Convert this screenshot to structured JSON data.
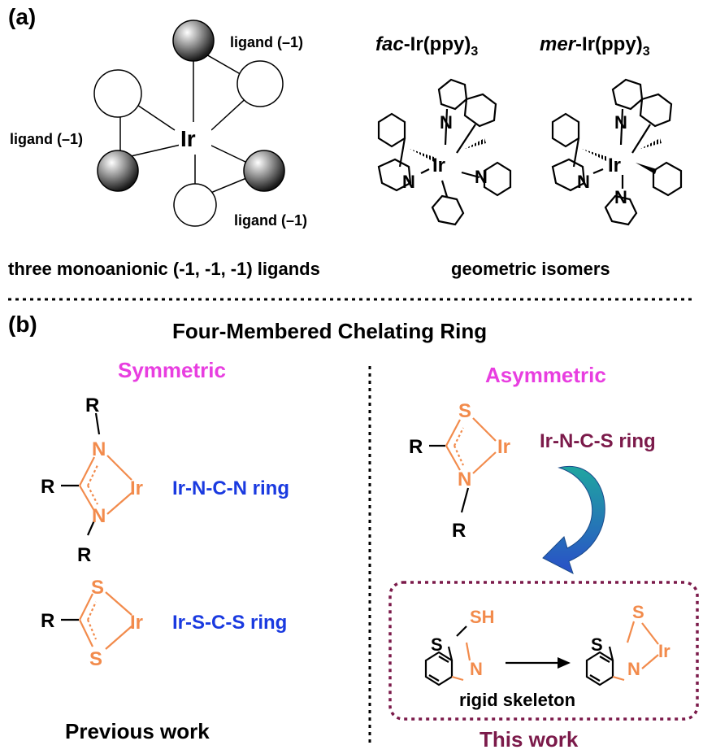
{
  "panel_a": {
    "label": "(a)",
    "ligand_top": "ligand (–1)",
    "ligand_left": "ligand (–1)",
    "ligand_bottom": "ligand (–1)",
    "metal": "Ir",
    "caption_left": "three monoanionic (-1, -1, -1) ligands",
    "fac_prefix": "fac",
    "mer_prefix": "mer",
    "complex_suffix": "-Ir(ppy)",
    "subscript": "3",
    "caption_right": "geometric isomers",
    "atom_n": "N"
  },
  "panel_b": {
    "label": "(b)",
    "title": "Four-Membered Chelating Ring",
    "symmetric": "Symmetric",
    "asymmetric": "Asymmetric",
    "ring_ncn": "Ir-N-C-N ring",
    "ring_scs": "Ir-S-C-S ring",
    "ring_ncs": "Ir-N-C-S ring",
    "previous": "Previous work",
    "this_work": "This work",
    "rigid": "rigid skeleton",
    "atoms": {
      "R": "R",
      "N": "N",
      "S": "S",
      "Ir": "Ir",
      "SH": "SH"
    }
  },
  "colors": {
    "orange": "#F28B4C",
    "magenta": "#E83EE0",
    "blue": "#1A3AE0",
    "maroon": "#7B1A4A",
    "arrow_teal": "#1FA6A0",
    "arrow_blue": "#2A4FC8"
  }
}
